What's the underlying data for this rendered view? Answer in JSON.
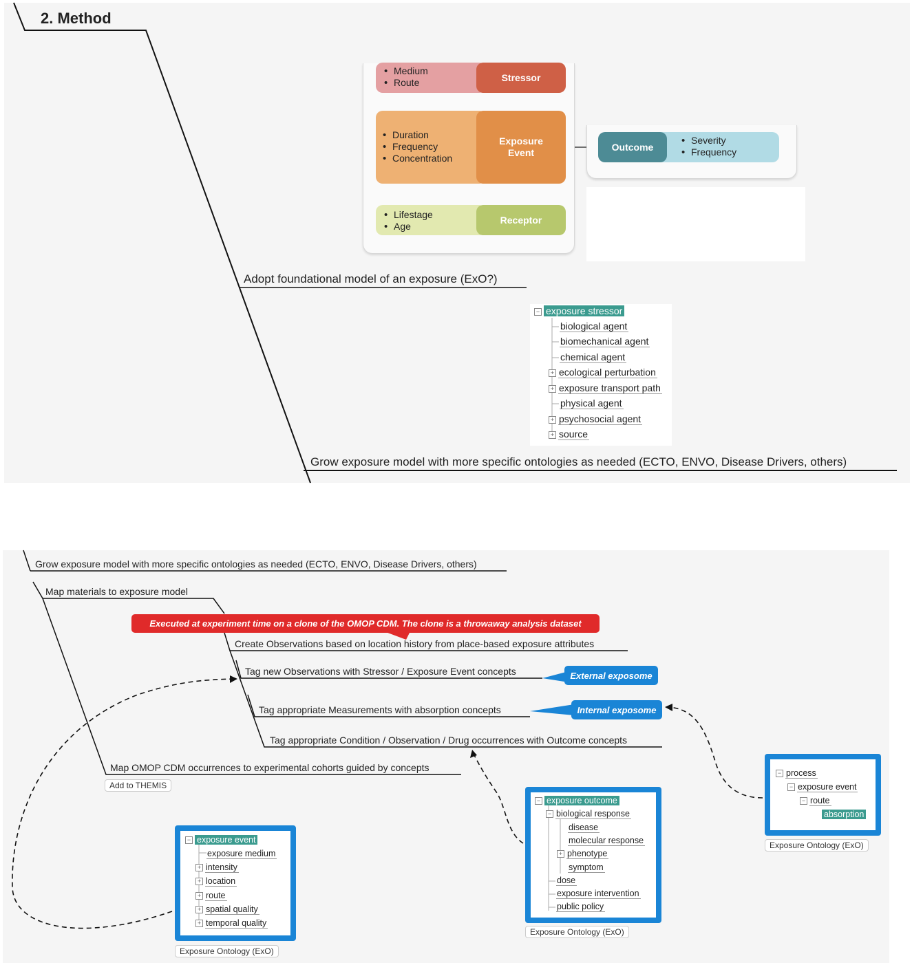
{
  "panel1": {
    "title": "2. Method",
    "model": {
      "stressor": {
        "label": "Stressor",
        "attrs": [
          "Medium",
          "Route"
        ]
      },
      "exposure_event": {
        "label": "Exposure\nEvent",
        "attrs": [
          "Duration",
          "Frequency",
          "Concentration"
        ]
      },
      "receptor": {
        "label": "Receptor",
        "attrs": [
          "Lifestage",
          "Age"
        ]
      },
      "outcome": {
        "label": "Outcome",
        "attrs": [
          "Severity",
          "Frequency"
        ]
      }
    },
    "topic_adopt": "Adopt foundational model of an exposure (ExO?)",
    "stressor_tree": {
      "root": "exposure stressor",
      "children": [
        {
          "label": "biological agent",
          "expand": false
        },
        {
          "label": "biomechanical agent",
          "expand": false
        },
        {
          "label": "chemical agent",
          "expand": false
        },
        {
          "label": "ecological perturbation",
          "expand": true
        },
        {
          "label": "exposure transport path",
          "expand": true
        },
        {
          "label": "physical agent",
          "expand": false
        },
        {
          "label": "psychosocial agent",
          "expand": true
        },
        {
          "label": "source",
          "expand": true
        }
      ]
    },
    "topic_grow": "Grow exposure model with more specific ontologies as needed (ECTO, ENVO, Disease Drivers, others)"
  },
  "panel2": {
    "topic_grow": "Grow exposure model with more specific ontologies as needed (ECTO, ENVO, Disease Drivers, others)",
    "topic_map": "Map materials to exposure model",
    "callout_red": "Executed at experiment time on a clone of the OMOP CDM. The clone is a throwaway analysis dataset",
    "sub_create": "Create Observations based on location history from place-based exposure attributes",
    "sub_tag_new": "Tag new Observations with Stressor / Exposure Event concepts",
    "callout_external": "External exposome",
    "sub_tag_meas": "Tag appropriate Measurements with absorption concepts",
    "callout_internal": "Internal exposome",
    "sub_tag_cond": "Tag appropriate Condition / Observation / Drug occurrences with Outcome concepts",
    "topic_map_omop": "Map OMOP CDM occurrences to experimental cohorts guided by concepts",
    "themis_button": "Add to THEMIS",
    "event_tree": {
      "root": "exposure event",
      "children": [
        "exposure medium",
        "intensity",
        "location",
        "route",
        "spatial quality",
        "temporal quality"
      ],
      "caption": "Exposure Ontology (ExO)"
    },
    "outcome_tree": {
      "root": "exposure outcome",
      "bio": "biological response",
      "bio_children": [
        "disease",
        "molecular response",
        "phenotype",
        "symptom"
      ],
      "others": [
        "dose",
        "exposure intervention",
        "public policy"
      ],
      "caption": "Exposure Ontology (ExO)"
    },
    "process_tree": {
      "root": "process",
      "child": "exposure event",
      "grandchild": "route",
      "leaf": "absorption",
      "caption": "Exposure Ontology (ExO)"
    }
  }
}
